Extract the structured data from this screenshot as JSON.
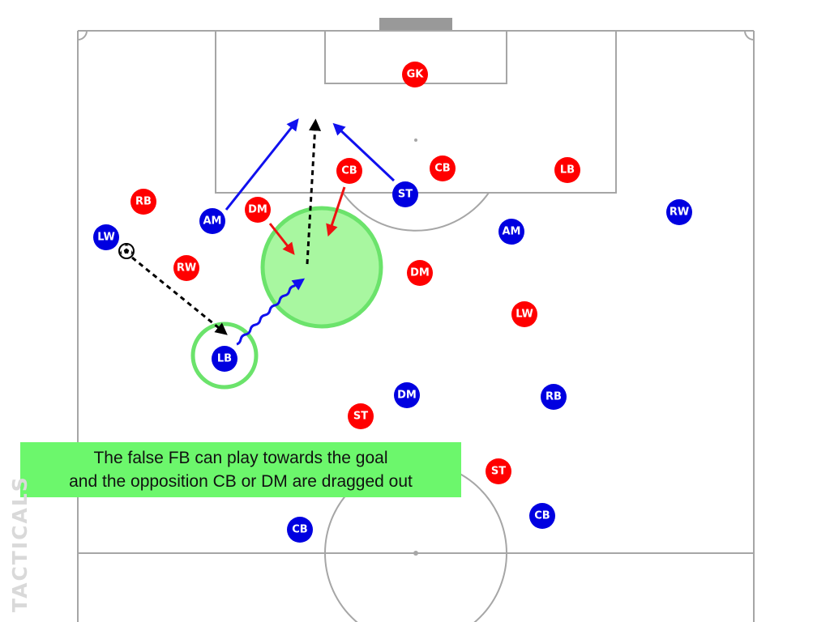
{
  "colors": {
    "line": "#a6a6a6",
    "goal": "#999999",
    "team_red": "#ff0000",
    "team_blue": "#0000e0",
    "highlight_fill": "#a8f7a0",
    "highlight_stroke": "#6be36b",
    "arrow_black": "#000000",
    "arrow_red": "#ee1111",
    "arrow_blue": "#1010ee",
    "caption_bg": "#6cf76c"
  },
  "caption": {
    "line1": "The false FB can play towards the goal",
    "line2": "and the opposition CB or DM are dragged out"
  },
  "watermark": "TACTICALS",
  "players": {
    "red": [
      {
        "label": "GK"
      },
      {
        "label": "CB"
      },
      {
        "label": "CB"
      },
      {
        "label": "LB"
      },
      {
        "label": "RB"
      },
      {
        "label": "DM"
      },
      {
        "label": "RW"
      },
      {
        "label": "DM"
      },
      {
        "label": "LW"
      },
      {
        "label": "ST"
      },
      {
        "label": "ST"
      }
    ],
    "blue": [
      {
        "label": "ST"
      },
      {
        "label": "AM"
      },
      {
        "label": "AM"
      },
      {
        "label": "RW"
      },
      {
        "label": "LW"
      },
      {
        "label": "LB"
      },
      {
        "label": "DM"
      },
      {
        "label": "RB"
      },
      {
        "label": "CB"
      },
      {
        "label": "CB"
      }
    ]
  },
  "icons": {
    "ball": "football-icon"
  }
}
